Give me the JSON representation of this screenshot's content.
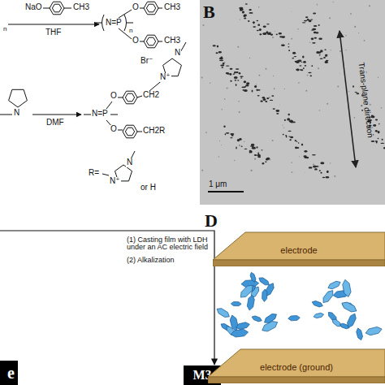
{
  "diagram": {
    "nodes": [
      {
        "text": [
          "e"
        ]
      },
      {
        "text": [
          "M3"
        ]
      },
      {
        "text": [
          "electrode"
        ]
      },
      {
        "text": [
          "electrode (ground)"
        ]
      }
    ],
    "labels": [
      "n",
      "NaO",
      "CH3",
      "THF",
      "N=P",
      "n",
      "O",
      "CH3",
      "O",
      "CH3",
      "B",
      "Trans-plane direction",
      "N",
      "DMF",
      "N=P",
      "Br⁻",
      "N",
      "N⁺",
      "O",
      "CH2",
      "O",
      "CH2R",
      "R=",
      "N",
      "N⁺",
      "or H",
      "1 μm",
      "D",
      "(1) Casting film with LDH under an AC electric field",
      "(2) Alkalization"
    ]
  }
}
